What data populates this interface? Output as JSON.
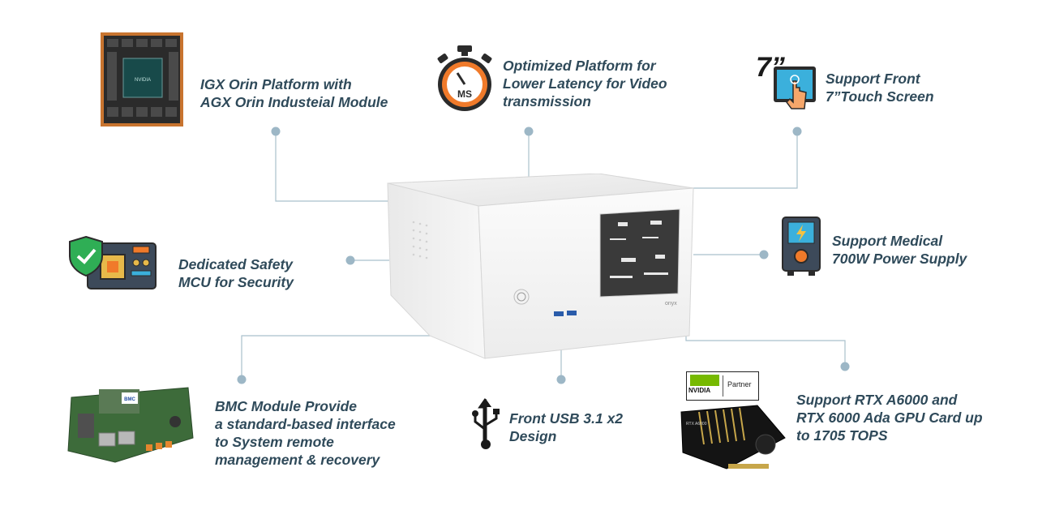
{
  "features": {
    "igx": {
      "line1": "IGX Orin Platform with",
      "line2": "AGX Orin Industeial Module",
      "icon": "som-module-icon"
    },
    "latency": {
      "line1": "Optimized Platform for",
      "line2": "Lower Latency for Video",
      "line3": "transmission",
      "icon": "stopwatch-icon",
      "icon_text": "MS"
    },
    "touch": {
      "line1": "Support Front",
      "line2": "7”Touch Screen",
      "icon": "touch-screen-icon",
      "icon_text": "7”"
    },
    "safety": {
      "line1": "Dedicated Safety",
      "line2": "MCU for Security",
      "icon": "shield-chip-icon"
    },
    "power": {
      "line1": "Support Medical",
      "line2": "700W Power Supply",
      "icon": "power-supply-icon"
    },
    "bmc": {
      "line1": "BMC Module Provide",
      "line2": "a standard-based interface",
      "line3": "to System remote",
      "line4": "management & recovery",
      "icon": "bmc-board-icon",
      "board_label": "BMC"
    },
    "usb": {
      "line1": "Front USB 3.1 x2",
      "line2": "Design",
      "icon": "usb-icon"
    },
    "gpu": {
      "line1": "Support RTX A6000 and",
      "line2": "RTX 6000 Ada GPU Card up",
      "line3": "to 1705 TOPS",
      "icon": "gpu-card-icon",
      "badge_brand": "NVIDIA",
      "badge_partner": "Partner",
      "card_label": "RTX A6000"
    }
  },
  "device": {
    "brand": "onyx"
  },
  "colors": {
    "text": "#2f4a5a",
    "connector": "#a9c0cc",
    "dot": "#9db7c6",
    "accent_orange": "#f07a2a",
    "accent_teal": "#1fa8c9"
  }
}
